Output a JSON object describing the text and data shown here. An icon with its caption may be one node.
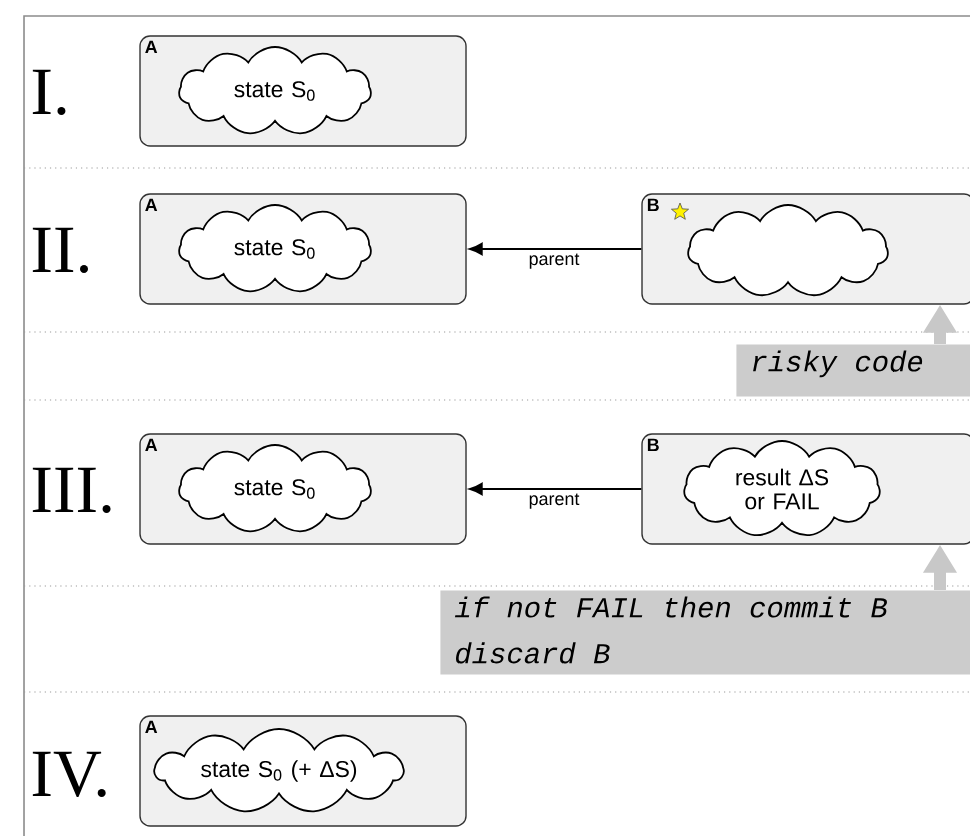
{
  "diagram": {
    "nodes": [
      {
        "text": [
          "A"
        ]
      },
      {
        "text": [
          "state S$_{0}$"
        ],
        "in": 0
      },
      {
        "text": [
          "A"
        ]
      },
      {
        "text": [
          "state S$_{0}$"
        ],
        "in": 2
      },
      {
        "text": [
          "B"
        ]
      },
      {
        "text": [],
        "shape": "cloud",
        "in": 4
      },
      {
        "text": [
          "risky code"
        ]
      },
      {
        "text": [
          "A"
        ]
      },
      {
        "text": [
          "state S$_{0}$"
        ],
        "in": 7
      },
      {
        "text": [
          "B"
        ]
      },
      {
        "text": [
          "result ΔS or FAIL"
        ],
        "in": 9
      },
      {
        "text": [
          "if not FAIL then commit B",
          "discard B"
        ]
      },
      {
        "text": [
          "A"
        ]
      },
      {
        "text": [
          "state S$_{0}$ (+ ΔS)"
        ],
        "in": 12
      }
    ],
    "edges": [
      {
        "from": 4,
        "to": 2,
        "arrow": "to",
        "label": "parent"
      },
      {
        "from": 6,
        "to": 4,
        "arrow": "to",
        "style": "thick",
        "color": "#c8c8c8"
      },
      {
        "from": 9,
        "to": 7,
        "arrow": "to",
        "label": "parent"
      },
      {
        "from": 11,
        "to": 9,
        "arrow": "to",
        "style": "thick",
        "color": "#c8c8c8"
      }
    ],
    "labels": [
      "I.",
      "II.",
      "III.",
      "IV."
    ]
  }
}
